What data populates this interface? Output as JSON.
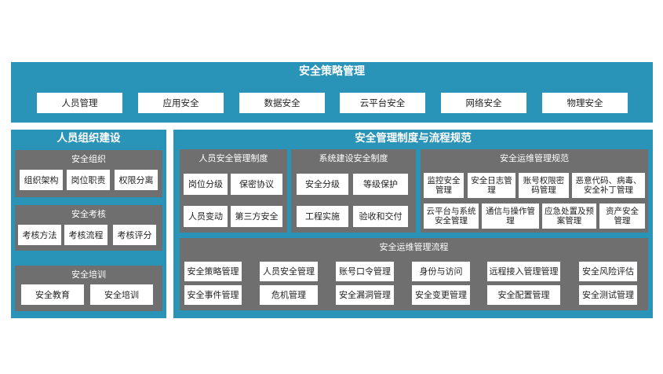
{
  "top": {
    "title": "安全策略管理",
    "items": [
      "人员管理",
      "应用安全",
      "数据安全",
      "云平台安全",
      "网络安全",
      "物理安全"
    ]
  },
  "left": {
    "title": "人员组织建设",
    "groups": [
      {
        "title": "安全组织",
        "items": [
          "组织架构",
          "岗位职责",
          "权限分离"
        ]
      },
      {
        "title": "安全考核",
        "items": [
          "考核方法",
          "考核流程",
          "考核评分"
        ]
      },
      {
        "title": "安全培训",
        "items": [
          "安全教育",
          "安全培训"
        ]
      }
    ]
  },
  "right": {
    "title": "安全管理制度与流程规范",
    "personnel": {
      "title": "人员安全管理制度",
      "items": [
        "岗位分级",
        "保密协议",
        "人员变动",
        "第三方安全"
      ]
    },
    "system_build": {
      "title": "系统建设安全制度",
      "items": [
        "安全分级",
        "等级保护",
        "工程实施",
        "验收和交付"
      ]
    },
    "ops_spec": {
      "title": "安全运维管理规范",
      "items": [
        "监控安全管理",
        "安全日志管理",
        "账号权限密码管理",
        "恶意代码、病毒、安全补丁管理",
        "云平台与系统安全管理",
        "通信与操作管理",
        "应急处置及预案管理",
        "资产安全管理"
      ]
    },
    "ops_flow": {
      "title": "安全运维管理流程",
      "items": [
        "安全策略管理",
        "人员安全管理",
        "账号口令管理",
        "身份与访问",
        "远程接入管理管理",
        "安全风险评估",
        "安全事件管理",
        "危机管理",
        "安全漏洞管理",
        "安全变更管理",
        "安全配置管理",
        "安全测试管理"
      ]
    }
  }
}
